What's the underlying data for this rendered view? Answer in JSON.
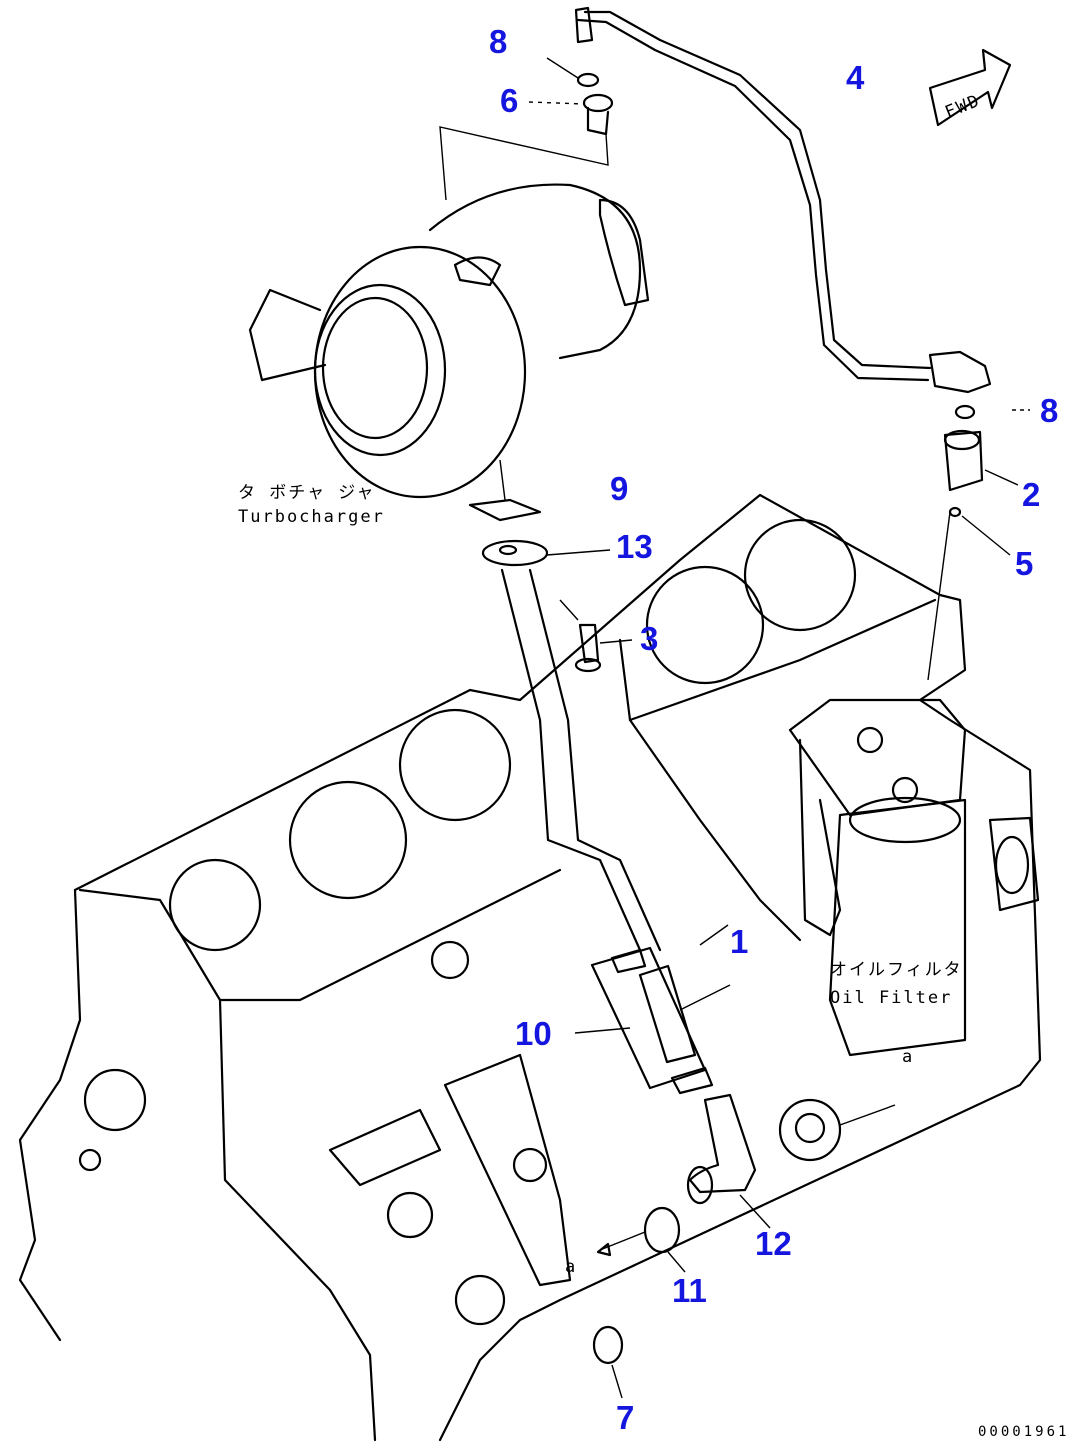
{
  "callouts": [
    {
      "id": "1",
      "text": "1"
    },
    {
      "id": "2",
      "text": "2"
    },
    {
      "id": "3",
      "text": "3"
    },
    {
      "id": "4",
      "text": "4"
    },
    {
      "id": "5",
      "text": "5"
    },
    {
      "id": "6",
      "text": "6"
    },
    {
      "id": "7",
      "text": "7"
    },
    {
      "id": "8a",
      "text": "8"
    },
    {
      "id": "8b",
      "text": "8"
    },
    {
      "id": "9",
      "text": "9"
    },
    {
      "id": "10",
      "text": "10"
    },
    {
      "id": "11",
      "text": "11"
    },
    {
      "id": "12",
      "text": "12"
    },
    {
      "id": "13",
      "text": "13"
    }
  ],
  "labels": {
    "turbo_jp": "タ ボチャ ジャ",
    "turbo_en": "Turbocharger",
    "filter_jp": "オイルフィルタ",
    "filter_en": "Oil Filter",
    "fwd": "FWD",
    "ref_a": "a",
    "ref_b": "a",
    "part_no": "00001961"
  }
}
